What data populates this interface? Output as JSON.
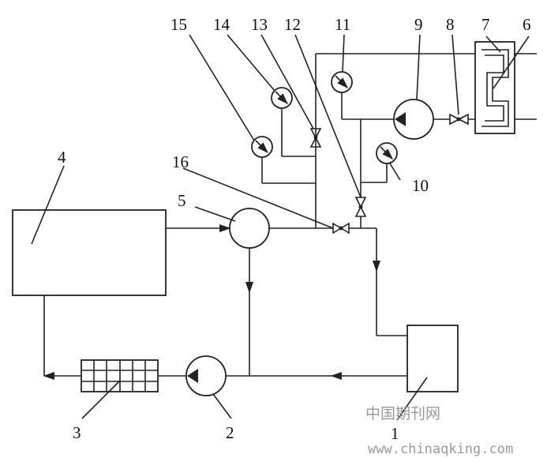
{
  "labels": {
    "c1": "1",
    "c2": "2",
    "c3": "3",
    "c4": "4",
    "c5": "5",
    "c6": "6",
    "c7": "7",
    "c8": "8",
    "c9": "9",
    "c10": "10",
    "c11": "11",
    "c12": "12",
    "c13": "13",
    "c14": "14",
    "c15": "15",
    "c16": "16"
  },
  "watermark": {
    "name": "中国期刊网",
    "url": "www.chinaqking.com"
  }
}
